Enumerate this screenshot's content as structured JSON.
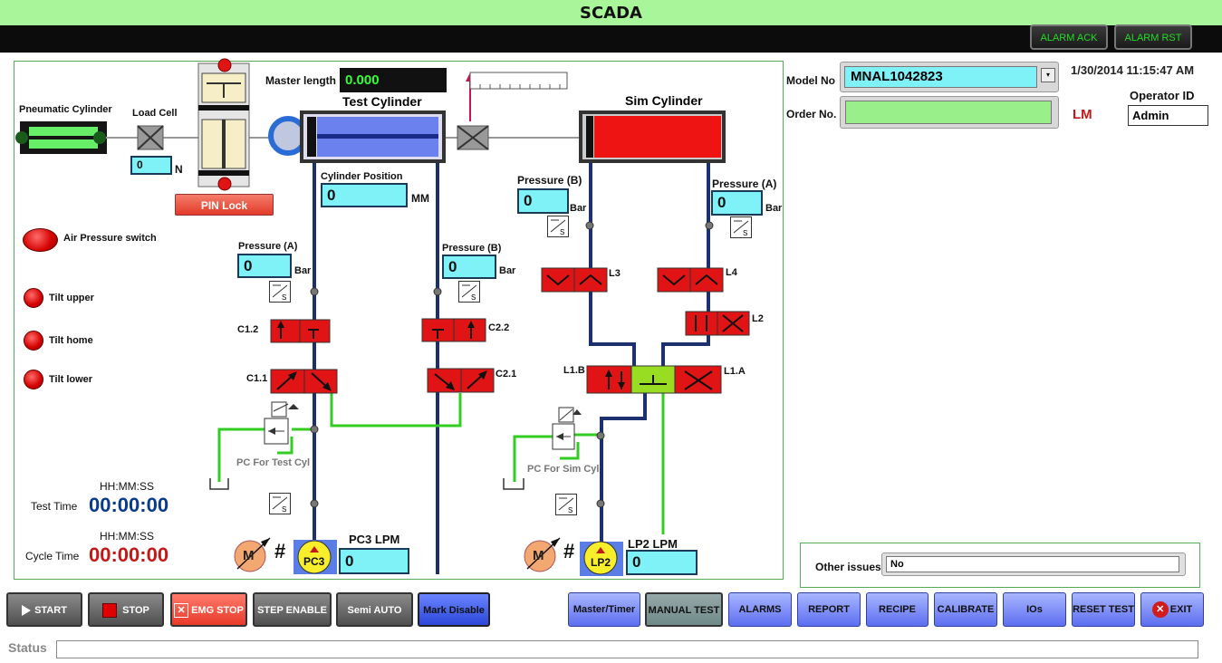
{
  "app": {
    "title": "SCADA"
  },
  "alarm_buttons": {
    "ack": "ALARM ACK",
    "rst": "ALARM RST"
  },
  "schematic": {
    "pneumatic_cylinder": "Pneumatic Cylinder",
    "load_cell": "Load Cell",
    "load_cell_value": "0",
    "load_cell_unit": "N",
    "master_length_label": "Master length",
    "master_length_value": "0.000",
    "test_cylinder": "Test Cylinder",
    "sim_cylinder": "Sim Cylinder",
    "pin_lock": "PIN Lock",
    "cylinder_position_label": "Cylinder Position",
    "cylinder_position_value": "0",
    "cylinder_position_unit": "MM",
    "air_pressure_switch": "Air Pressure switch",
    "tilt_upper": "Tilt upper",
    "tilt_home": "Tilt home",
    "tilt_lower": "Tilt lower",
    "pressure_a_test": {
      "label": "Pressure (A)",
      "value": "0",
      "unit": "Bar"
    },
    "pressure_b_test": {
      "label": "Pressure (B)",
      "value": "0",
      "unit": "Bar"
    },
    "pressure_b_sim": {
      "label": "Pressure (B)",
      "value": "0",
      "unit": "Bar"
    },
    "pressure_a_sim": {
      "label": "Pressure (A)",
      "value": "0",
      "unit": "Bar"
    },
    "valves": {
      "c12": "C1.2",
      "c11": "C1.1",
      "c22": "C2.2",
      "c21": "C2.1",
      "l3": "L3",
      "l4": "L4",
      "l2": "L2",
      "l1b": "L1.B",
      "l1a": "L1.A"
    },
    "pc_test": "PC For Test Cyl",
    "pc_sim": "PC For Sim Cyl",
    "sensor_s": "S",
    "motor_m": "M",
    "hash": "#",
    "pump_pc3": "PC3",
    "pump_lp2": "LP2",
    "pc3_lpm_label": "PC3 LPM",
    "pc3_lpm_value": "0",
    "lp2_lpm_label": "LP2 LPM",
    "lp2_lpm_value": "0"
  },
  "timers": {
    "format_label": "HH:MM:SS",
    "test_time_label": "Test Time",
    "test_time_value": "00:00:00",
    "cycle_time_label": "Cycle Time",
    "cycle_time_value": "00:00:00"
  },
  "header_info": {
    "model_no_label": "Model No",
    "model_no_value": "MNAL1042823",
    "order_no_label": "Order No.",
    "order_no_value": "",
    "datetime": "1/30/2014 11:15:47 AM",
    "operator_id_label": "Operator ID",
    "operator_id_value": "Admin",
    "lm": "LM"
  },
  "other_issues": {
    "label": "Other issues",
    "value": "No"
  },
  "toolbar_left": {
    "start": "START",
    "stop": "STOP",
    "emg_stop": "EMG STOP",
    "step_enable": "STEP ENABLE",
    "semi_auto": "Semi AUTO",
    "mark_disable": "Mark Disable"
  },
  "toolbar_right": {
    "master_timer": "Master/Timer",
    "manual_test": "MANUAL TEST",
    "alarms": "ALARMS",
    "report": "REPORT",
    "recipe": "RECIPE",
    "calibrate": "CALIBRATE",
    "ios": "IOs",
    "reset_test": "RESET TEST",
    "exit": "EXIT"
  },
  "status": {
    "label": "Status",
    "value": ""
  },
  "colors": {
    "title_bar": "#a8f59a",
    "valve_red": "#e01414",
    "value_box": "#7ff2f7",
    "timer_blue": "#0a3a8a",
    "timer_red": "#c41818",
    "pipe_navy": "#1c2f6e",
    "pipe_green": "#33cc22"
  }
}
